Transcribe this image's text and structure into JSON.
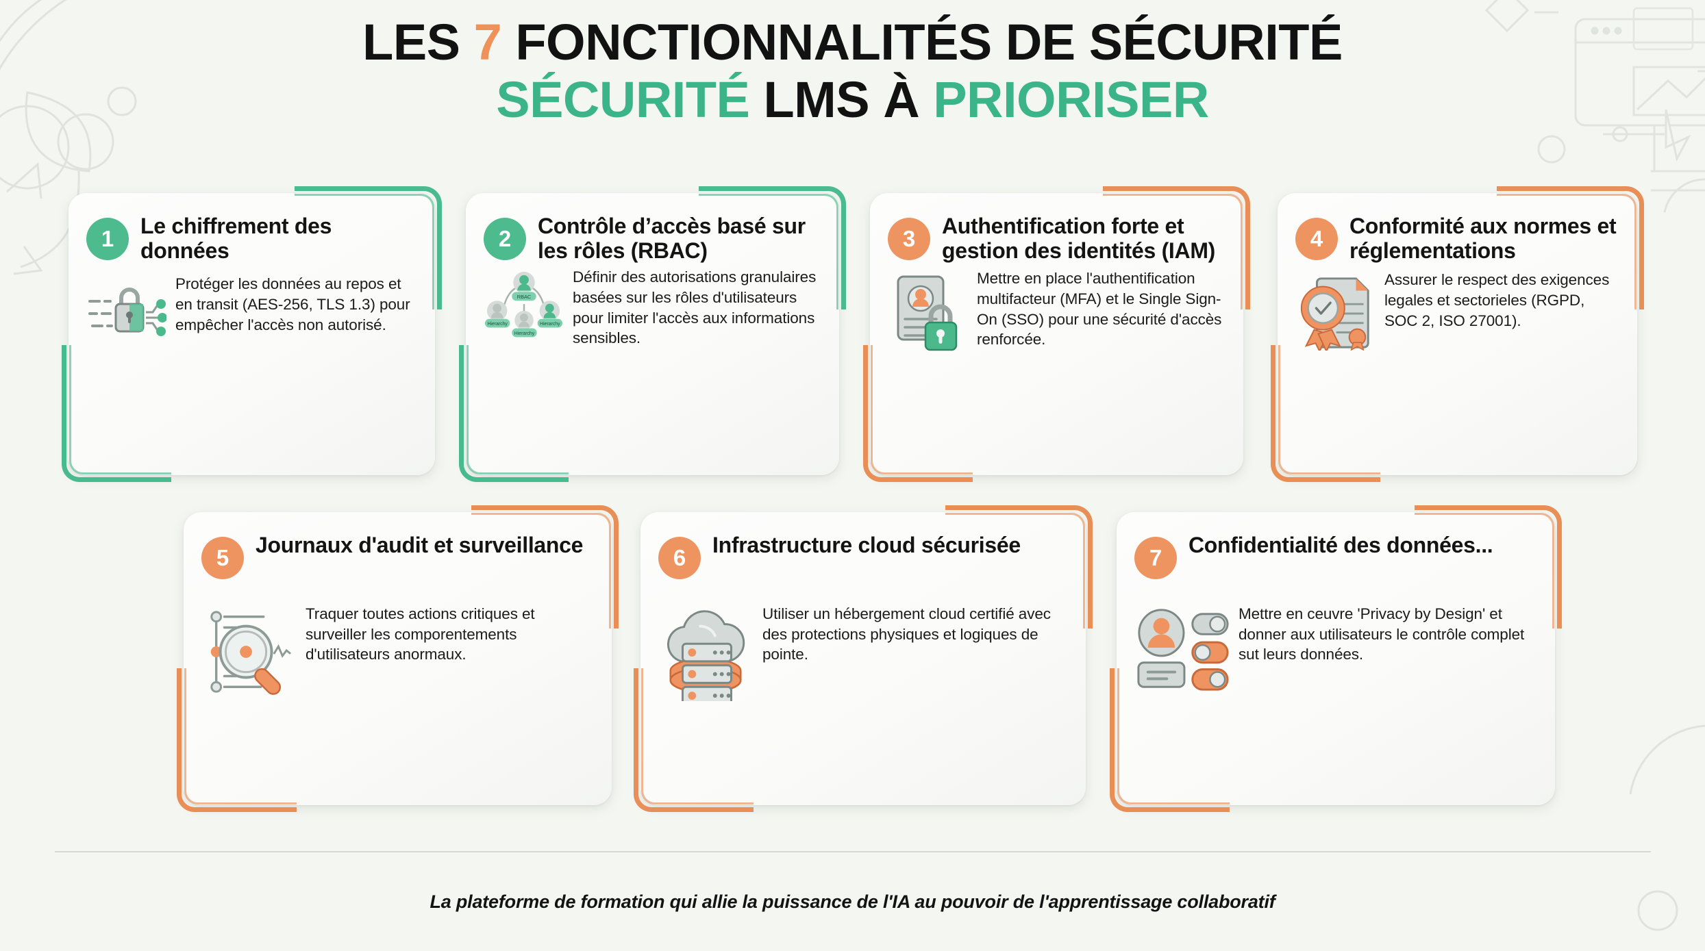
{
  "title": {
    "line1_part1": "LES ",
    "line1_number": "7",
    "line1_part2": " FONCTIONNALITÉS DE SÉCURITÉ",
    "line2_part1": "SÉCURITÉ ",
    "line2_part2": "LMS À ",
    "line2_part3": "PRIORISER"
  },
  "colors": {
    "green": "#4dbb8e",
    "orange": "#ee9460",
    "background": "#f4f6f1",
    "card": "#fbfbfa",
    "title_dark": "#121212"
  },
  "cards": [
    {
      "number": "1",
      "accent": "green",
      "title": "Le chiffrement des données",
      "desc": "Protéger les données au repos et en transit (AES-256, TLS 1.3) pour empêcher l'accès non autorisé.",
      "icon": "padlock-circuit-icon"
    },
    {
      "number": "2",
      "accent": "green",
      "title": "Contrôle d’accès basé sur les rôles (RBAC)",
      "desc": "Définir des autorisations granulaires basées sur les rôles d'utilisateurs pour limiter l'accès aux informations sensibles.",
      "icon": "user-hierarchy-icon",
      "icon_labels": [
        "RBAC",
        "Hierarchy",
        "Hierarchy",
        "Hierarchy"
      ]
    },
    {
      "number": "3",
      "accent": "orange",
      "title": "Authentification forte et gestion des identités (IAM)",
      "desc": "Mettre en place l'authentification multifacteur (MFA) et le Single Sign-On (SSO) pour une sécurité d'accès renforcée.",
      "icon": "id-card-lock-icon"
    },
    {
      "number": "4",
      "accent": "orange",
      "title": "Conformité aux normes et réglementations",
      "desc": "Assurer le respect des exigences legales et sectorieles (RGPD, SOC 2, ISO 27001).",
      "icon": "certificate-ribbon-icon"
    },
    {
      "number": "5",
      "accent": "orange",
      "title": "Journaux d'audit et surveillance",
      "desc": "Traquer toutes actions critiques et surveiller les comporentements d'utilisateurs anormaux.",
      "icon": "magnifier-audit-icon"
    },
    {
      "number": "6",
      "accent": "orange",
      "title": "Infrastructure cloud sécurisée",
      "desc": "Utiliser un hébergement cloud certifié avec des protections physiques et logiques de pointe.",
      "icon": "cloud-server-icon"
    },
    {
      "number": "7",
      "accent": "orange",
      "title": "Confidentialité des données...",
      "desc": "Mettre en ceuvre 'Privacy by Design' et donner aux utilisateurs le contrôle complet sut leurs données.",
      "icon": "privacy-toggles-icon"
    }
  ],
  "footer": {
    "tagline": "La plateforme de formation qui allie la puissance de l'IA au pouvoir de l'apprentissage collaboratif"
  }
}
